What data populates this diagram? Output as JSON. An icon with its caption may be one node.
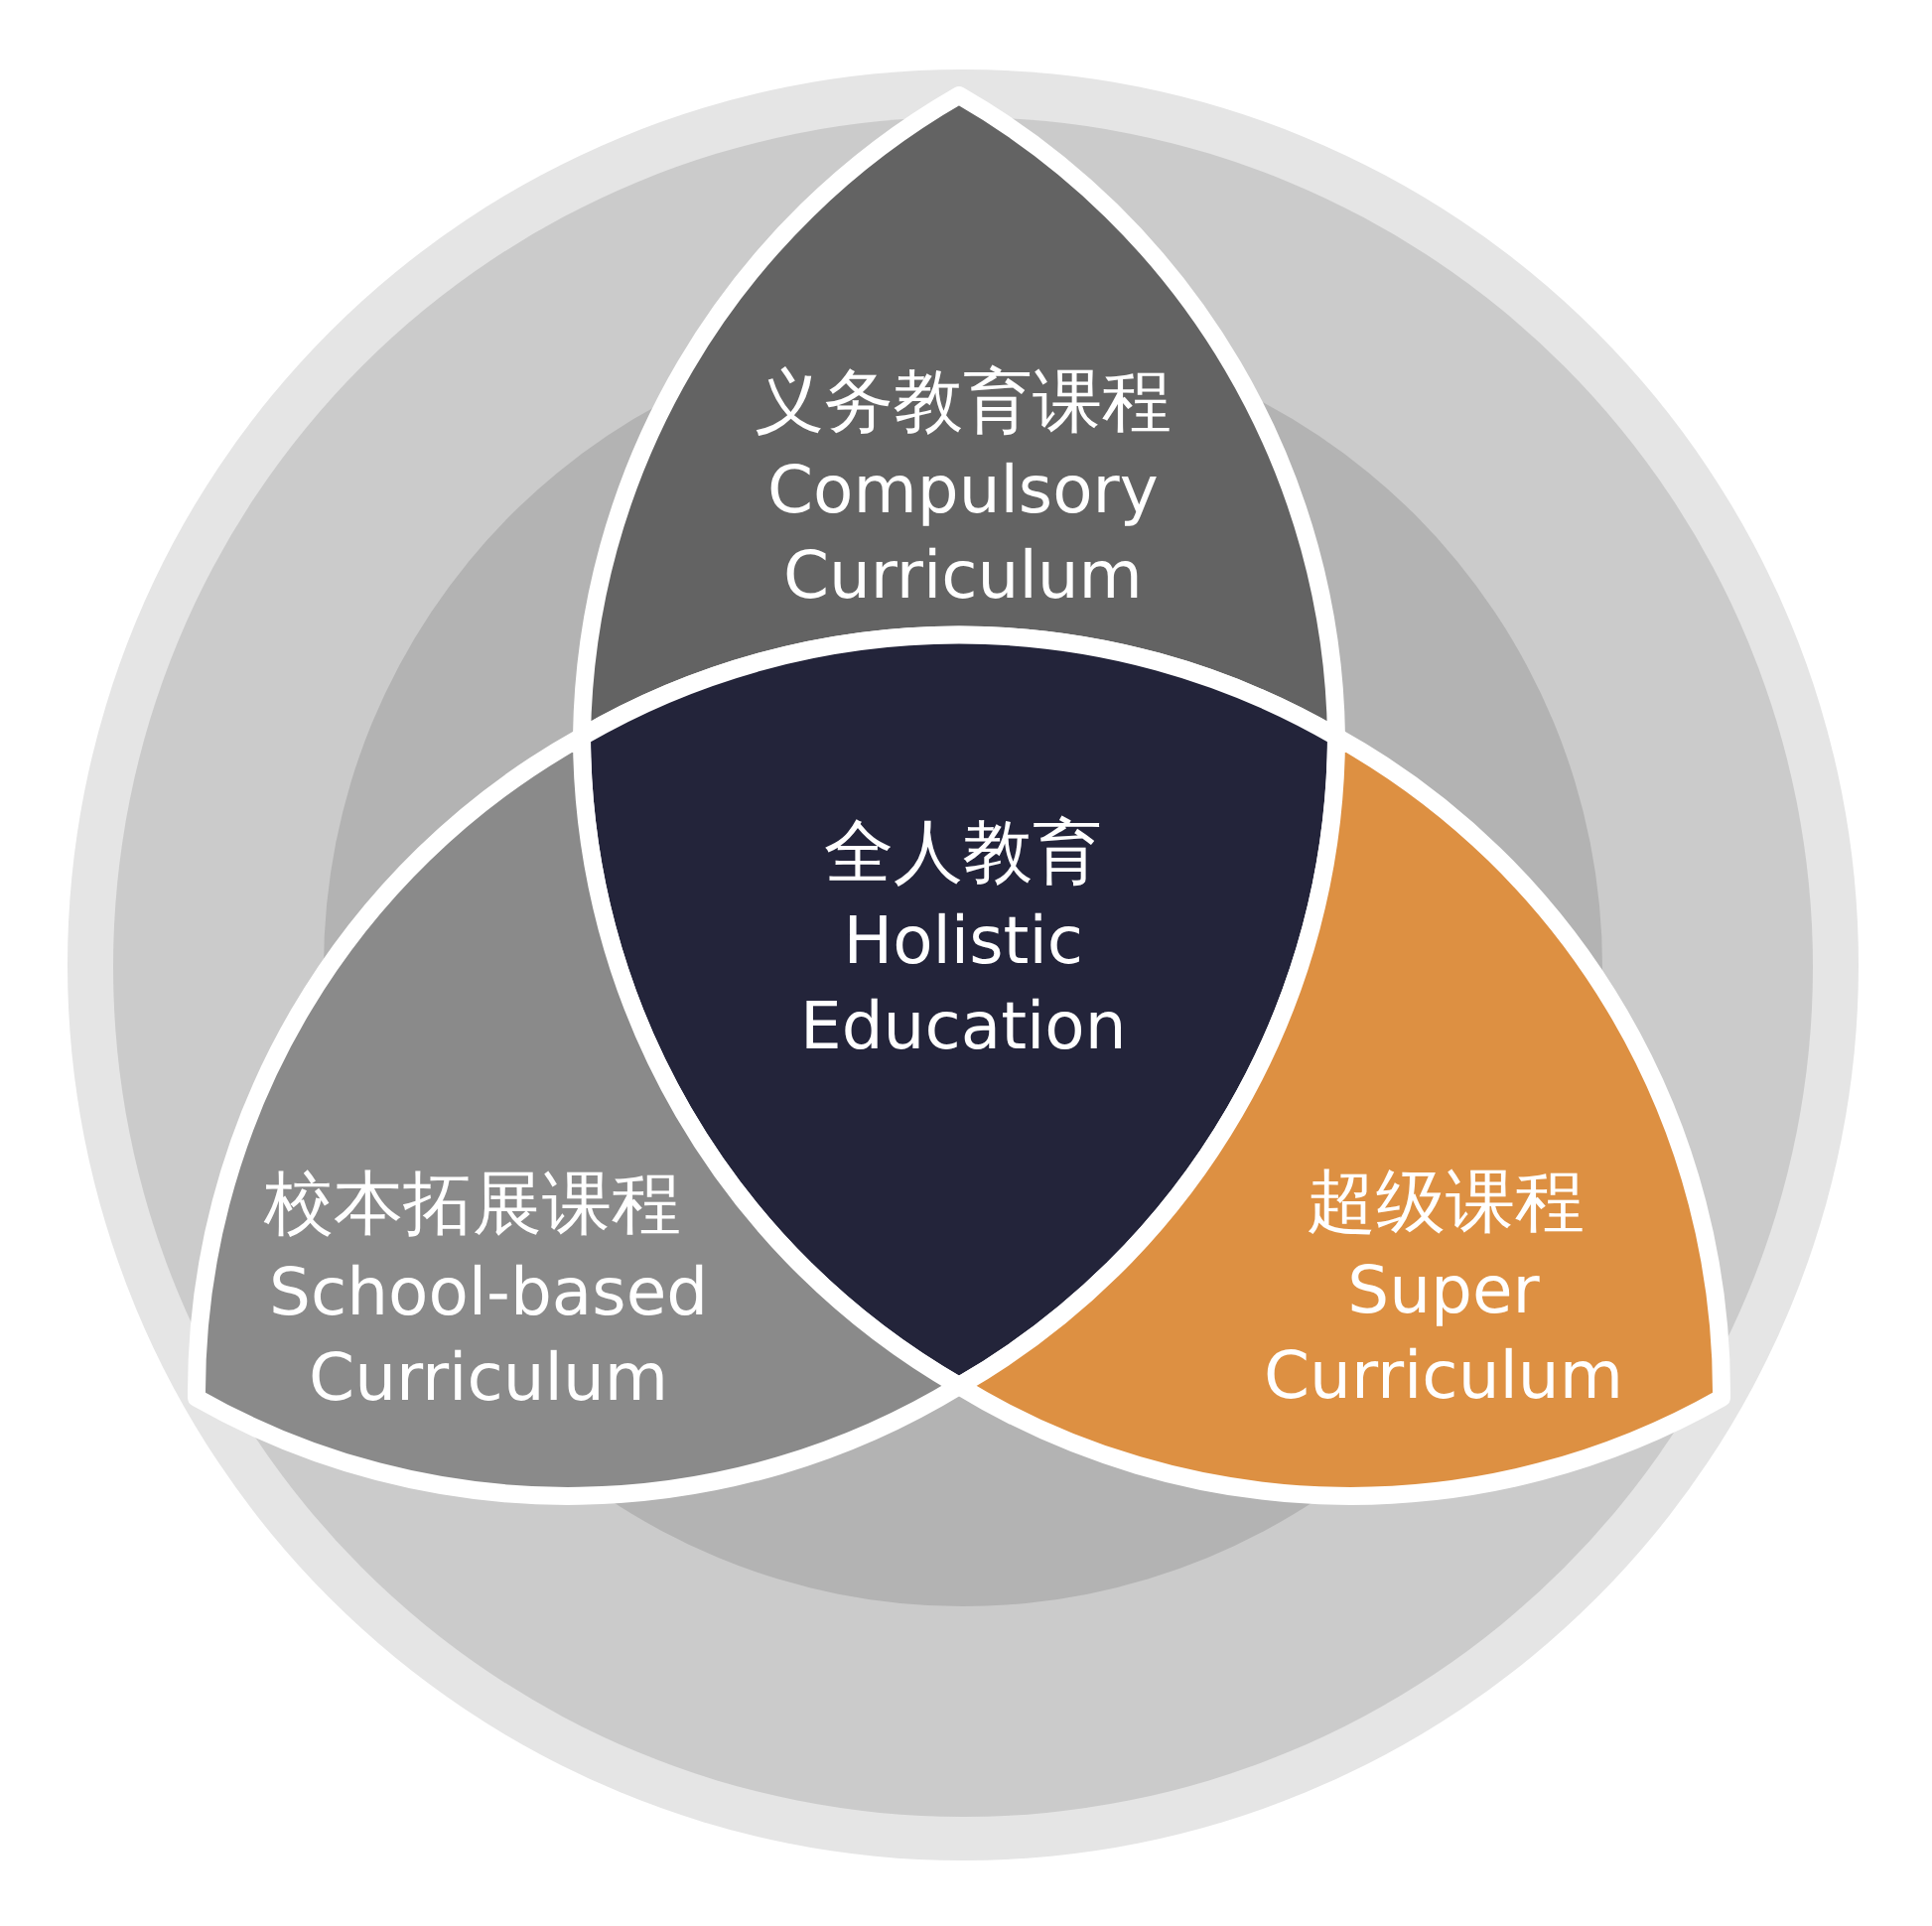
{
  "diagram": {
    "nodes": [
      {
        "text": [
          "义务教育课程",
          "Compulsory Curriculum"
        ]
      },
      {
        "text": [
          "全人教育",
          "Holistic Education"
        ]
      },
      {
        "text": [
          "校本拓展课程",
          "School-based Curriculum"
        ]
      },
      {
        "text": [
          "超级课程",
          "Super Curriculum"
        ]
      }
    ]
  }
}
